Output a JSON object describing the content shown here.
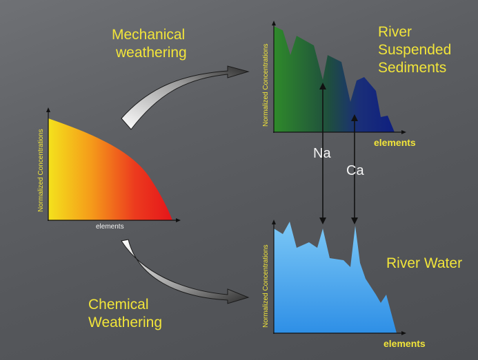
{
  "labels": {
    "mechanical": [
      "Mechanical",
      "weathering"
    ],
    "chemical": [
      "Chemical",
      "Weathering"
    ],
    "river_sed": [
      "River",
      "Suspended",
      "Sediments"
    ],
    "river_water": "River Water",
    "na": "Na",
    "ca": "Ca"
  },
  "axes": {
    "source": {
      "y": "Normalized Concentrations",
      "x": "elements"
    },
    "sediments": {
      "y": "Normalized Concentrations",
      "x": "elements"
    },
    "water": {
      "y": "Normalized Concentrations",
      "x": "elements"
    }
  },
  "colors": {
    "label_yellow": "#f2e53a",
    "source_gradient": [
      "#f4e21c",
      "#f59a1a",
      "#ec3a1e",
      "#e5151a"
    ],
    "sediment_gradient": [
      "#2f8a2a",
      "#1f5a3a",
      "#1a2f78",
      "#0f1f80"
    ],
    "water_gradient": [
      "#6ec3f4",
      "#2e8fe6"
    ]
  }
}
